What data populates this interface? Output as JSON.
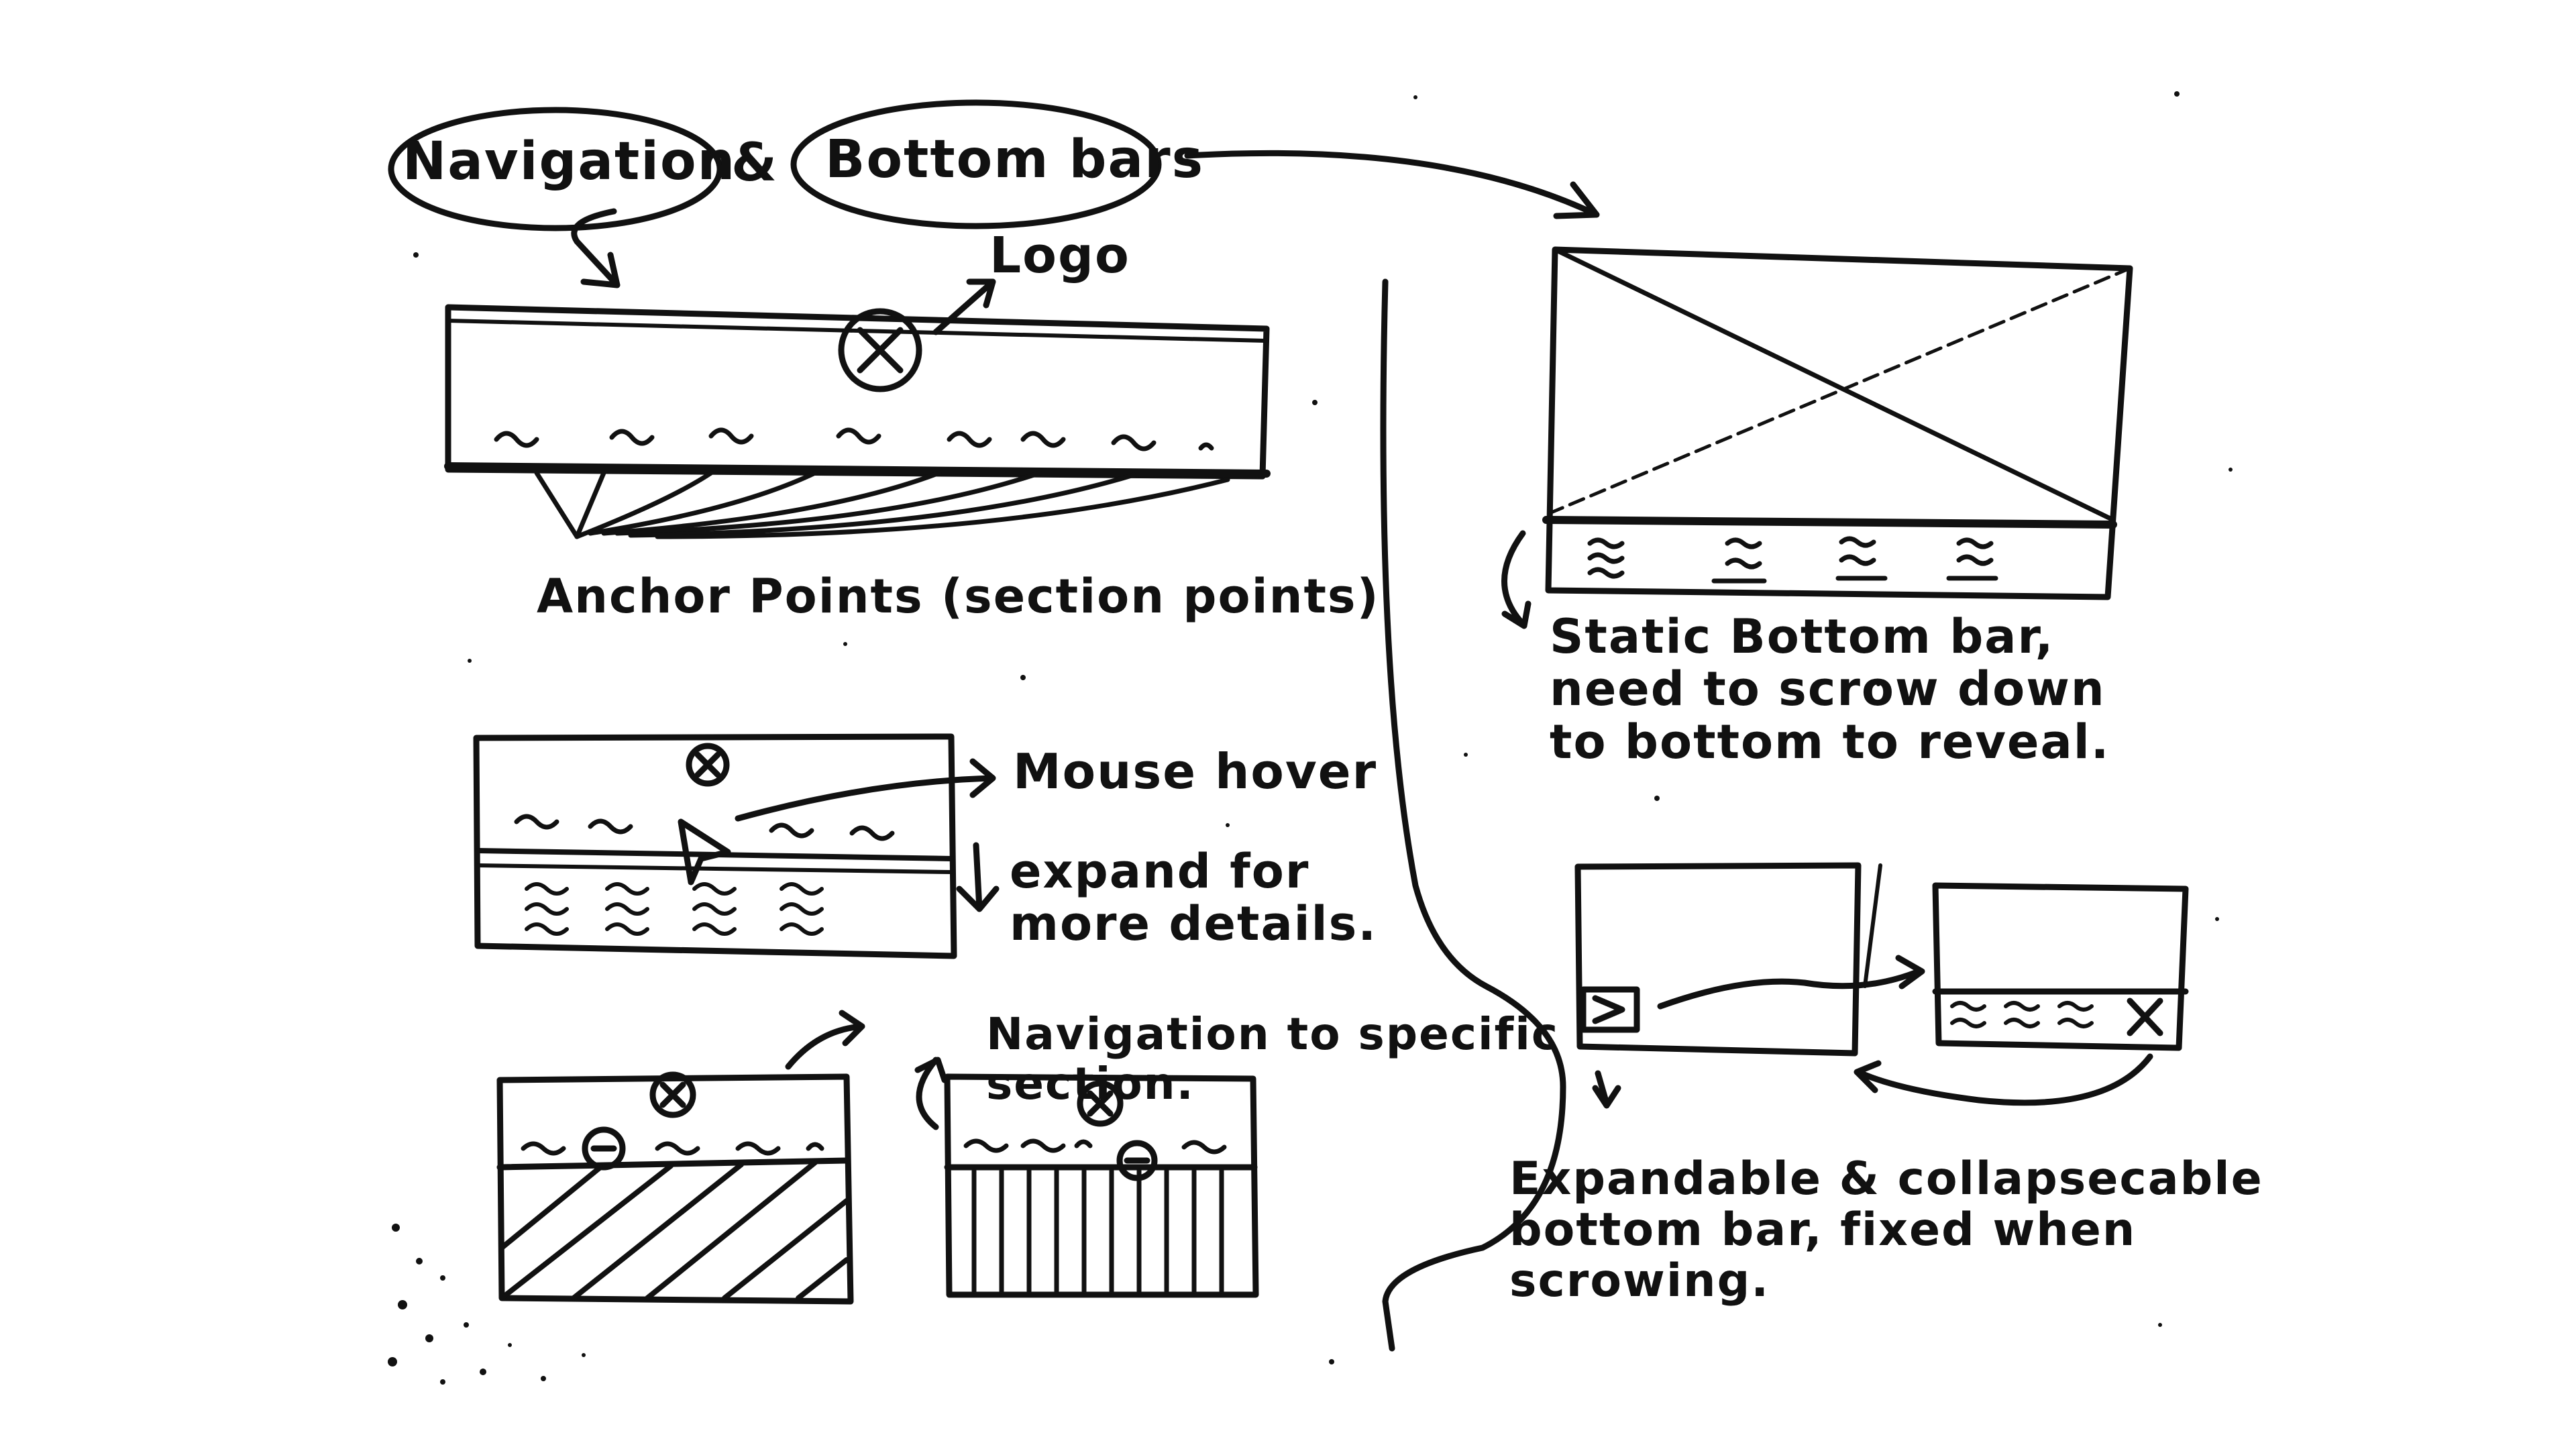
{
  "colors": {
    "ink": "#111111",
    "paper": "#ffffff"
  },
  "icons": [
    "logo-circle-x-icon",
    "mouse-cursor-icon",
    "close-x-icon",
    "expand-arrow-icon"
  ],
  "labels": {
    "navigation": "Navigation",
    "ampersand": "&",
    "bottom_bars": "Bottom bars",
    "logo": "Logo",
    "anchor_points": "Anchor Points (section points)",
    "mouse_hover": "Mouse hover",
    "expand_details": "expand for\nmore details.",
    "nav_to_section": "Navigation to specific\nsection.",
    "static_bottom_bar": "Static Bottom bar,\nneed to scrow down\nto bottom to reveal.",
    "expandable_bottom_bar": "Expandable & collapsecable\nbottom bar, fixed when\nscrowing."
  }
}
